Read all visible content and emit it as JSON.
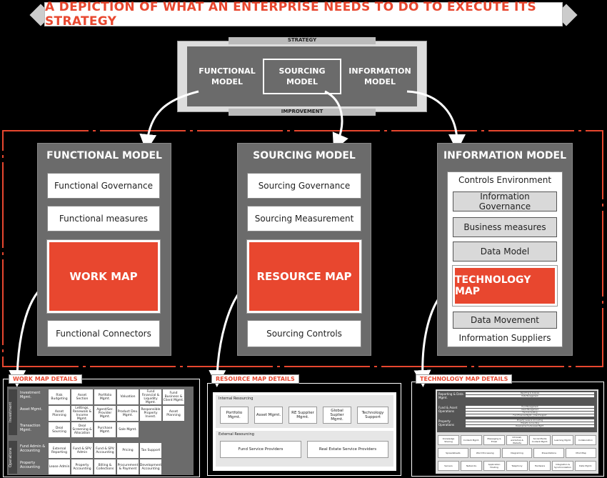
{
  "banner": {
    "title": "A DEPICTION OF WHAT AN ENTERPRISE NEEDS TO DO TO EXECUTE ITS STRATEGY"
  },
  "strategy": {
    "top_label": "STRATEGY",
    "bottom_label": "IMPROVEMENT",
    "models": [
      "FUNCTIONAL MODEL",
      "SOURCING MODEL",
      "INFORMATION MODEL"
    ]
  },
  "functional_model": {
    "title": "FUNCTIONAL MODEL",
    "items": [
      "Functional Governance",
      "Functional measures"
    ],
    "map": "WORK MAP",
    "footer": "Functional Connectors"
  },
  "sourcing_model": {
    "title": "SOURCING MODEL",
    "items": [
      "Sourcing Governance",
      "Sourcing Measurement"
    ],
    "map": "RESOURCE MAP",
    "footer": "Sourcing Controls"
  },
  "information_model": {
    "title": "INFORMATION MODEL",
    "top": "Controls Environment",
    "items": [
      "Information Governance",
      "Business measures",
      "Data Model"
    ],
    "map": "TECHNOLOGY MAP",
    "data_movement": "Data Movement",
    "footer": "Information Suppliers"
  },
  "work_map_details": {
    "tab": "WORK MAP DETAILS",
    "sections": [
      "Investment",
      "Operations"
    ],
    "rows": [
      {
        "label": "Investment Mgmt.",
        "cells": [
          "Risk Budgeting",
          "Asset Section",
          "Portfolio Mgmt.",
          "Valuation",
          "Fund Financial & Liquidity Mgmt.",
          "Fund Business & Client Mgmt."
        ]
      },
      {
        "label": "Asset Mgmt.",
        "cells": [
          "Asset Planning",
          "Lettings, Renewals & Income Mgmt.",
          "Agent/Ser. Provider Mgmt.",
          "Product Dev. Mgmt.",
          "Responsible Property Invest.",
          "Asset Planning"
        ]
      },
      {
        "label": "Transaction Mgmt.",
        "cells": [
          "Deal Sourcing",
          "Deal Screening & Allocation",
          "Purchase Mgmt.",
          "Sale Mgmt."
        ]
      },
      {
        "label": "Fund Admin & Accounting",
        "cells": [
          "External Reporting",
          "Fund & SPV Admin",
          "Fund & SPV Accounting",
          "Pricing",
          "Tax Support"
        ]
      },
      {
        "label": "Property Accounting",
        "cells": [
          "Lease Admin",
          "Property Accounting",
          "Billing & Collections",
          "Procurement & Payment",
          "Development Accounting"
        ]
      }
    ]
  },
  "resource_map_details": {
    "tab": "RESOURCE MAP DETAILS",
    "internal": {
      "title": "Internal Resourcing",
      "cells": [
        "Portfolio Mgmt.",
        "Asset Mgmt.",
        "RE Supplier Mgmt.",
        "Global Suplier Mgmt.",
        "Technology Support"
      ]
    },
    "external": {
      "title": "External Resourcing",
      "cells": [
        "Fund Service Providers",
        "Real Estate Service Providers"
      ]
    }
  },
  "technology_map_details": {
    "tab": "TECHNOLOGY MAP DETAILS",
    "rows": [
      {
        "label": "Reporting & Data Mgmt.",
        "lines": [
          "Reporting & Analysis",
          "Data Management"
        ]
      },
      {
        "label": "Fund & Asset Operations",
        "lines": [
          "Fund Management",
          "Asset Management",
          "Fund Accounting",
          "Fund Financial Mgmt. | Client Support"
        ]
      },
      {
        "label": "Property Operations",
        "lines": [
          "Property Lease & Accounting",
          "Property Accounting",
          "Development & Renewal Mgmt."
        ]
      }
    ],
    "cell_rows": [
      [
        "Knowledge Sharing",
        "Content Mgmt.",
        "Messaging & Email",
        "Intranet, workshop & Website",
        "Social Media Content Mgmt.",
        "Learning Mgmt.",
        "Collaboration"
      ],
      [
        "Spreadsheets",
        "Word Processing",
        "Diagraming",
        "Presentations",
        "Mind Map"
      ],
      [
        "Servers",
        "Networks",
        "Application Hosting",
        "Telephony",
        "Hardware",
        "Integration & Synchronization",
        "Data Mgmt."
      ]
    ]
  }
}
